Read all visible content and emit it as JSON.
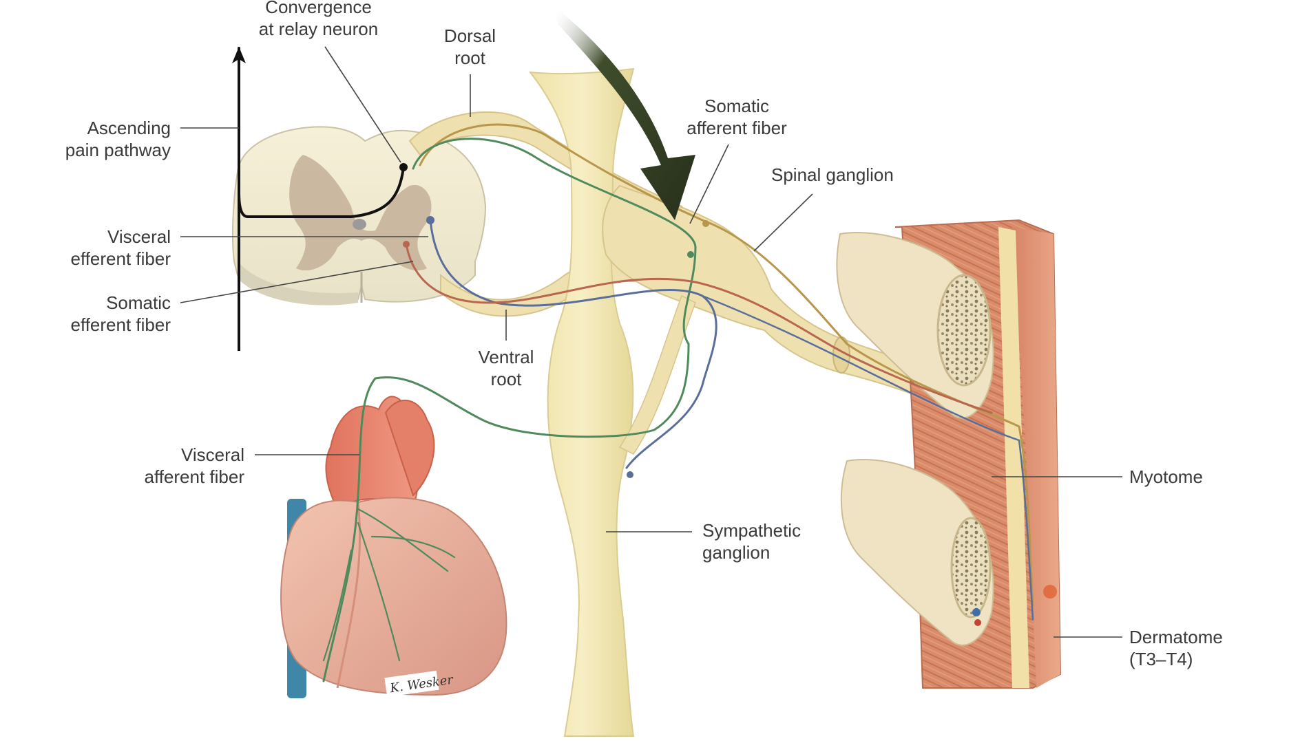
{
  "labels": {
    "convergence": [
      "Convergence",
      "at relay neuron"
    ],
    "dorsal_root": [
      "Dorsal",
      "root"
    ],
    "ascending_pain": [
      "Ascending",
      "pain pathway"
    ],
    "somatic_afferent_top": [
      "Somatic",
      "afferent fiber"
    ],
    "spinal_ganglion": [
      "Spinal ganglion"
    ],
    "visceral_efferent": [
      "Visceral",
      "efferent fiber"
    ],
    "somatic_efferent": [
      "Somatic",
      "efferent fiber"
    ],
    "ventral_root": [
      "Ventral",
      "root"
    ],
    "visceral_afferent": [
      "Visceral",
      "afferent fiber"
    ],
    "myotome": [
      "Myotome"
    ],
    "sympathetic_ganglion": [
      "Sympathetic",
      "ganglion"
    ],
    "dermatome": [
      "Dermatome",
      "(T3–T4)"
    ]
  },
  "signature": "K. Wesker",
  "colors": {
    "nerve_cream": "#f1e7b4",
    "somatic_afferent": "#b8964a",
    "visceral_afferent": "#4f8a5c",
    "visceral_efferent": "#5a6e9a",
    "somatic_efferent": "#b9664f",
    "heart": "#e8a18c",
    "muscle": "#d98b6a",
    "arrow": "#2f3a22"
  }
}
